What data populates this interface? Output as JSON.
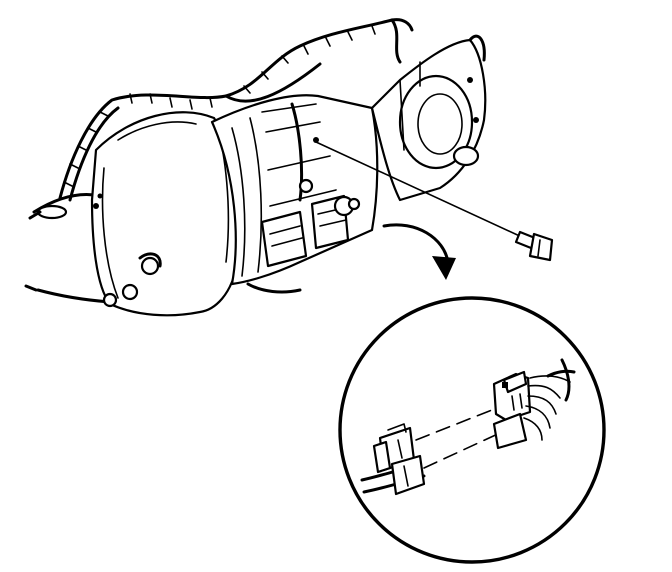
{
  "figure": {
    "background_color": "#ffffff",
    "line_color": "#000000",
    "parts": [
      "transmission-assembly",
      "wiring-harness",
      "torque-converter-housing",
      "extension-housing",
      "output-shaft",
      "mounting-bolt",
      "callout-arrow",
      "detail-magnifier",
      "harness-connector-halves"
    ]
  }
}
